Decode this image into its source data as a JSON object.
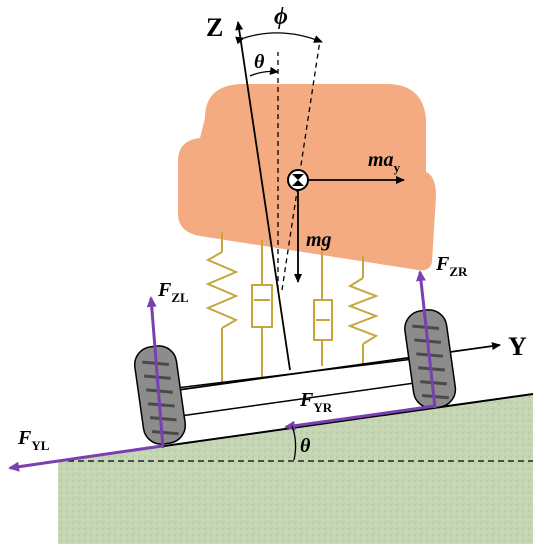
{
  "labels": {
    "z_axis": "Z",
    "y_axis": "Y",
    "phi": "ϕ",
    "theta_top": "θ",
    "theta_ground": "θ",
    "ma": "ma",
    "ma_sub": "y",
    "mg": "mg",
    "fzl": "F",
    "fzl_sub": "ZL",
    "fzr": "F",
    "fzr_sub": "ZR",
    "fyl": "F",
    "fyl_sub": "YL",
    "fyr": "F",
    "fyr_sub": "YR"
  },
  "colors": {
    "ground": "#c5d6b4",
    "body": "#f4ab82",
    "spring": "#c8a53c",
    "force": "#7a3fb0",
    "tire": "#8c8c8c",
    "tire_tread": "#4a4a4a",
    "line": "#000000"
  },
  "icons": {
    "center_of_mass": "center-of-mass-icon"
  }
}
